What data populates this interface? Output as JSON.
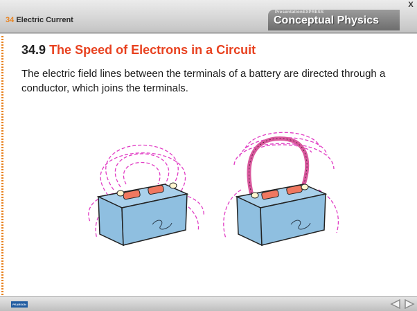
{
  "header": {
    "chapter_number": "34",
    "chapter_title": "Electric Current",
    "brand_small": "PresentationEXPRESS",
    "brand_main": "Conceptual Physics",
    "close_label": "X"
  },
  "slide": {
    "section_number": "34.9",
    "section_title": "The Speed of Electrons in a Circuit",
    "body": "The electric field lines between the terminals of a battery are directed through a conductor, which joins the terminals."
  },
  "footer": {
    "logo_text": "PEARSON",
    "prev_icon": "triangle-left-icon",
    "next_icon": "triangle-right-icon"
  },
  "colors": {
    "accent_orange": "#e8821f",
    "title_red": "#e8411f",
    "battery_blue": "#8fbfe0",
    "battery_top": "#a9d0eb",
    "terminal_red": "#f07860",
    "field_line_pink": "#e13cc4",
    "wire_pink": "#d9589d"
  }
}
